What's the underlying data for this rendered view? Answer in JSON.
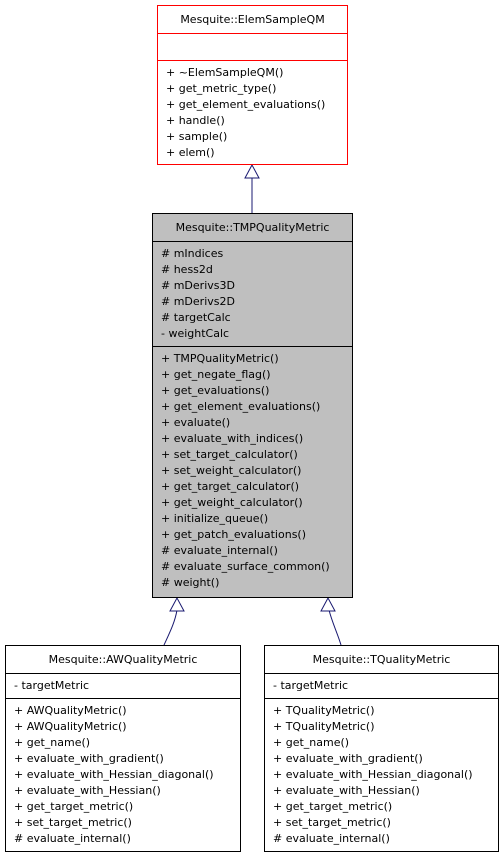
{
  "base_class": {
    "name": "Mesquite::ElemSampleQM",
    "attributes": [],
    "operations": [
      "+ ~ElemSampleQM()",
      "+ get_metric_type()",
      "+ get_element_evaluations()",
      "+ handle()",
      "+ sample()",
      "+ elem()"
    ]
  },
  "focus_class": {
    "name": "Mesquite::TMPQualityMetric",
    "attributes": [
      "# mIndices",
      "# hess2d",
      "# mDerivs3D",
      "# mDerivs2D",
      "# targetCalc",
      "- weightCalc"
    ],
    "operations": [
      "+ TMPQualityMetric()",
      "+ get_negate_flag()",
      "+ get_evaluations()",
      "+ get_element_evaluations()",
      "+ evaluate()",
      "+ evaluate_with_indices()",
      "+ set_target_calculator()",
      "+ set_weight_calculator()",
      "+ get_target_calculator()",
      "+ get_weight_calculator()",
      "+ initialize_queue()",
      "+ get_patch_evaluations()",
      "# evaluate_internal()",
      "# evaluate_surface_common()",
      "# weight()"
    ]
  },
  "aw_class": {
    "name": "Mesquite::AWQualityMetric",
    "attributes": [
      "- targetMetric"
    ],
    "operations": [
      "+ AWQualityMetric()",
      "+ AWQualityMetric()",
      "+ get_name()",
      "+ evaluate_with_gradient()",
      "+ evaluate_with_Hessian_diagonal()",
      "+ evaluate_with_Hessian()",
      "+ get_target_metric()",
      "+ set_target_metric()",
      "# evaluate_internal()"
    ]
  },
  "t_class": {
    "name": "Mesquite::TQualityMetric",
    "attributes": [
      "- targetMetric"
    ],
    "operations": [
      "+ TQualityMetric()",
      "+ TQualityMetric()",
      "+ get_name()",
      "+ evaluate_with_gradient()",
      "+ evaluate_with_Hessian_diagonal()",
      "+ evaluate_with_Hessian()",
      "+ get_target_metric()",
      "+ set_target_metric()",
      "# evaluate_internal()"
    ]
  },
  "colors": {
    "base_border": "#ff0000",
    "focus_fill": "#bfbfbf",
    "arrow": "#191970"
  }
}
